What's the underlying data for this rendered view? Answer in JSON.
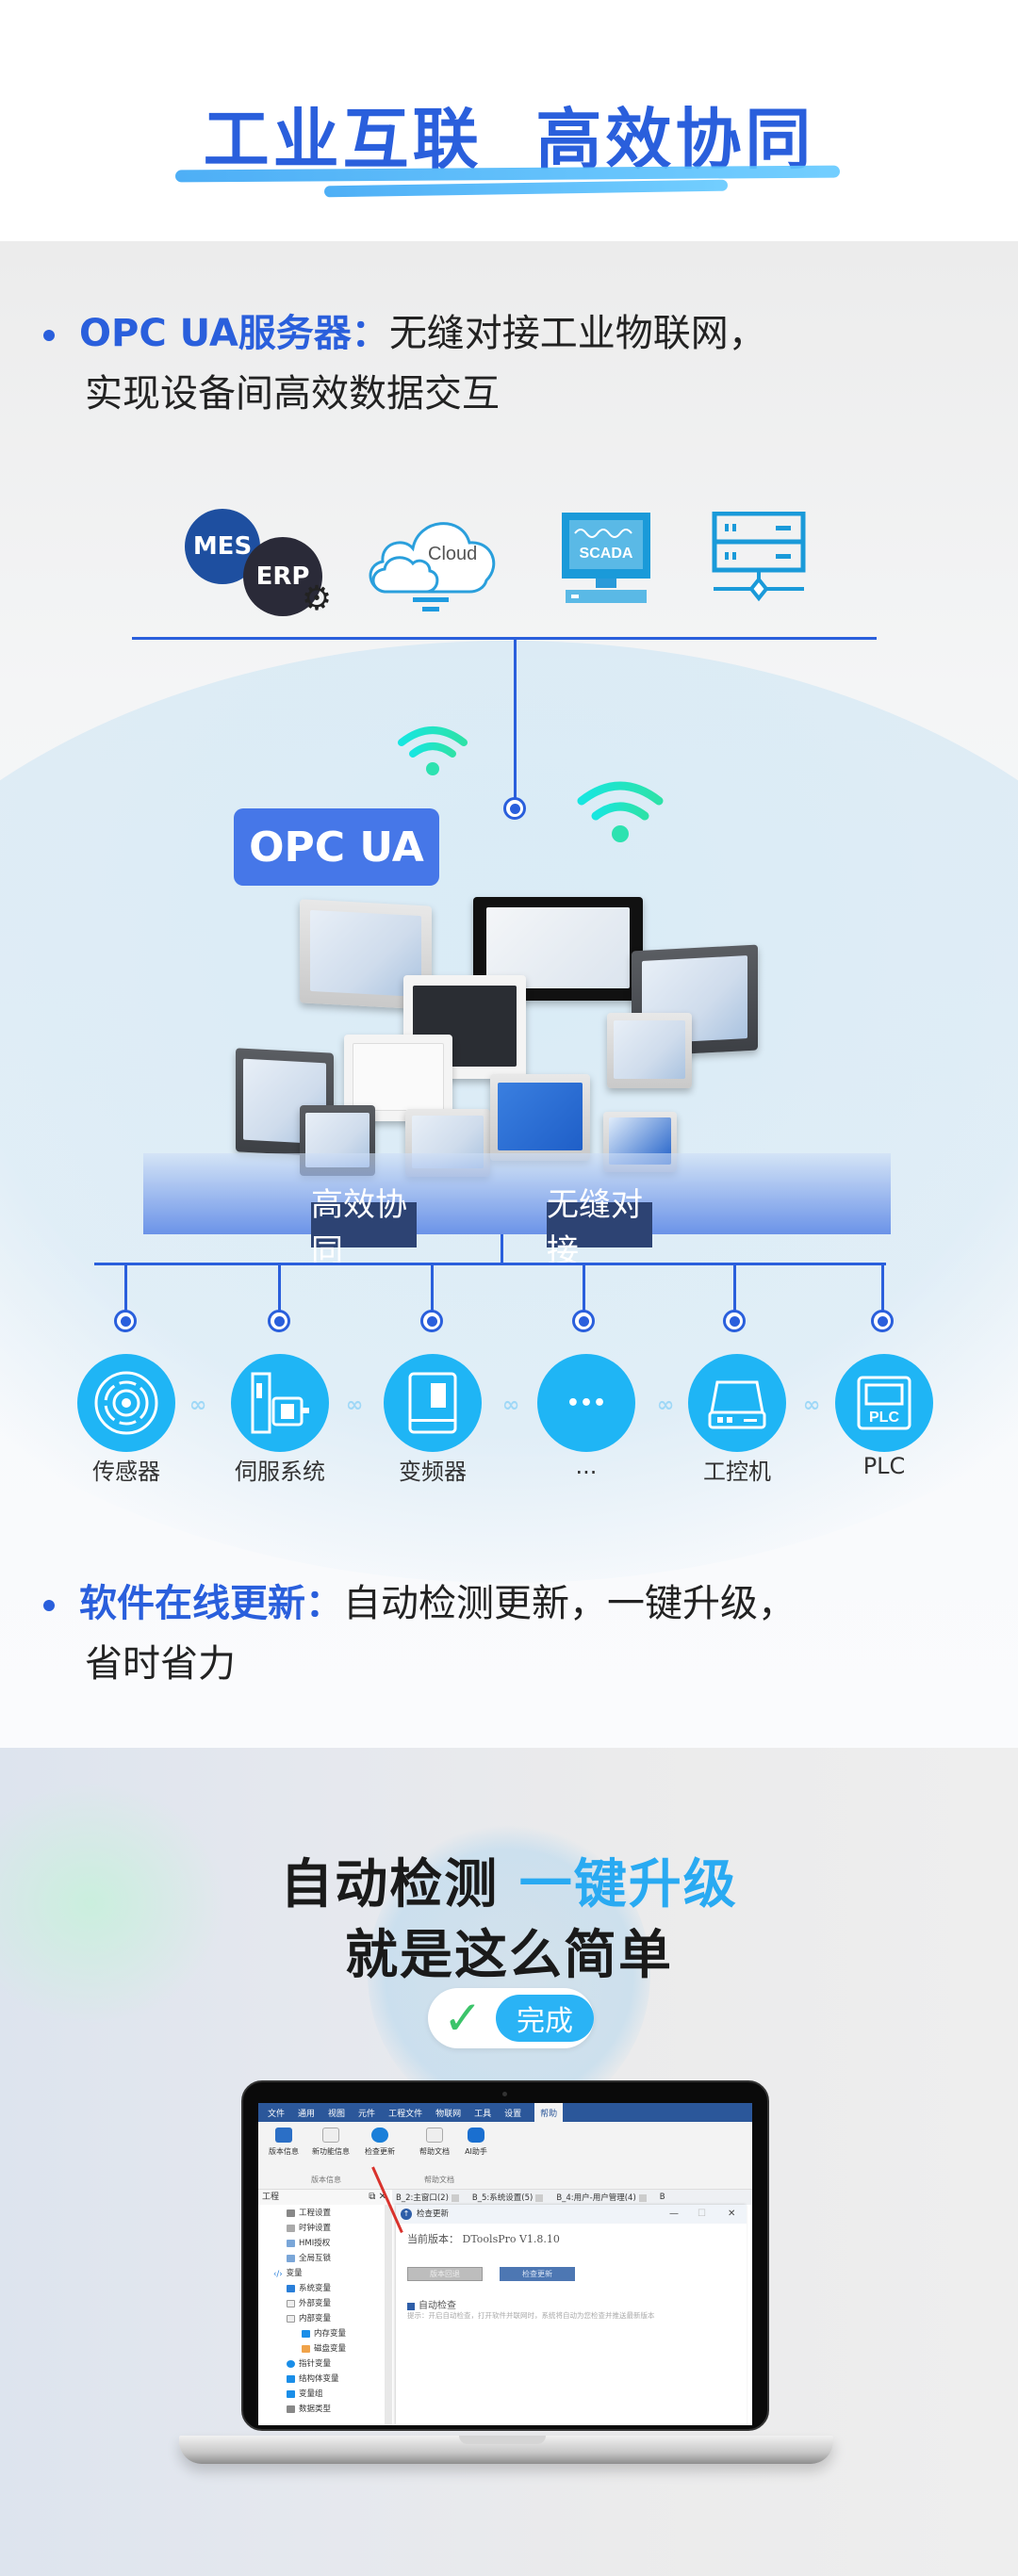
{
  "header": {
    "title": "工业互联  高效协同"
  },
  "section_opcua": {
    "bullet_key": "OPC UA服务器：",
    "bullet_text_line1": "无缝对接工业物联网，",
    "bullet_text_line2": "实现设备间高效数据交互",
    "top_systems": [
      {
        "label_a": "MES",
        "label_b": "ERP",
        "icon": "mes-erp-gear-icon"
      },
      {
        "label": "Cloud",
        "icon": "cloud-icon"
      },
      {
        "label": "SCADA",
        "icon": "scada-monitor-icon"
      },
      {
        "icon": "server-rack-icon"
      }
    ],
    "badge": "OPC UA",
    "tags": [
      "高效协同",
      "无缝对接"
    ],
    "devices": [
      {
        "label": "传感器",
        "icon": "sensor-icon"
      },
      {
        "label": "伺服系统",
        "icon": "servo-system-icon"
      },
      {
        "label": "变频器",
        "icon": "inverter-icon"
      },
      {
        "label": "...",
        "icon": "more-dots-icon",
        "glyph": "•••"
      },
      {
        "label": "工控机",
        "icon": "industrial-pc-icon"
      },
      {
        "label": "PLC",
        "icon": "plc-chip-icon",
        "glyph": "PLC"
      }
    ],
    "link_glyph": "∞",
    "colors": {
      "brand_blue": "#2a5fdc",
      "device_cyan": "#1fb5f5",
      "badge_blue": "#4677e8",
      "tag_navy": "#2d4373",
      "wifi_green": "#24e0b4"
    }
  },
  "section_update": {
    "bullet_key": "软件在线更新：",
    "bullet_text_line1": "自动检测更新，一键升级，",
    "bullet_text_line2": "省时省力",
    "headline_part1": "自动检测 ",
    "headline_highlight": "一键升级",
    "headline_line2": "就是这么简单",
    "check_glyph": "✓",
    "done_label": "完成"
  },
  "app": {
    "menu": [
      "文件",
      "通用",
      "视图",
      "元件",
      "工程文件",
      "物联网",
      "工具",
      "设置",
      "帮助"
    ],
    "active_menu": "帮助",
    "ribbon_buttons": [
      {
        "label": "版本信息",
        "icon": "version-icon"
      },
      {
        "label": "新功能信息",
        "icon": "new-feature-icon"
      },
      {
        "label": "检查更新",
        "icon": "cloud-update-icon"
      },
      {
        "label": "帮助文档",
        "icon": "help-doc-icon"
      },
      {
        "label": "AI助手",
        "icon": "ai-assistant-icon"
      }
    ],
    "ribbon_groups": [
      "版本信息",
      "帮助文档"
    ],
    "panel_title": "工程",
    "tree": [
      {
        "label": "工程设置",
        "indent": 2
      },
      {
        "label": "时钟设置",
        "indent": 2
      },
      {
        "label": "HMI授权",
        "indent": 2
      },
      {
        "label": "全局互锁",
        "indent": 2
      },
      {
        "label": "变量",
        "indent": 1
      },
      {
        "label": "系统变量",
        "indent": 2
      },
      {
        "label": "外部变量",
        "indent": 2
      },
      {
        "label": "内部变量",
        "indent": 2
      },
      {
        "label": "内存变量",
        "indent": 3
      },
      {
        "label": "磁盘变量",
        "indent": 3
      },
      {
        "label": "指针变量",
        "indent": 2
      },
      {
        "label": "结构体变量",
        "indent": 2
      },
      {
        "label": "变量组",
        "indent": 2
      },
      {
        "label": "数据类型",
        "indent": 2
      }
    ],
    "tabs": [
      "B_2:主窗口(2)",
      "B_5:系统设置(5)",
      "B_4:用户-用户管理(4)",
      "B"
    ],
    "dialog": {
      "title": "检查更新",
      "current_version_label": "当前版本：",
      "current_version": "DToolsPro V1.8.10",
      "rollback_button": "版本回退",
      "check_button": "检查更新",
      "auto_check_label": "自动检查",
      "auto_check_checked": true,
      "hint": "提示：开启自动检查，打开软件并联网时，系统将自动为您检查并推送最新版本",
      "minimize": "—",
      "maximize": "☐",
      "close": "✕"
    }
  }
}
